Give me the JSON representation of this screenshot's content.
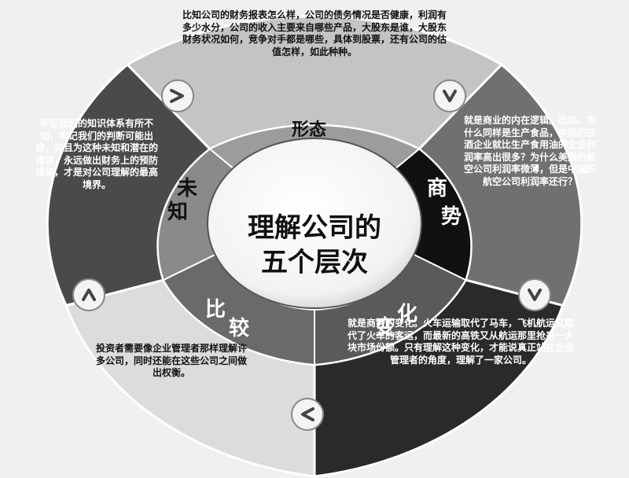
{
  "center": {
    "line1": "理解公司的",
    "line2": "五个层次"
  },
  "segments": {
    "form": {
      "label": "形态",
      "text": "比知公司的财务报表怎么样，公司的债务情况是否健康，利润有多少水分，公司的收入主要来自哪些产品，大股东是谁，大股东财务状况如何，竞争对手都是哪些，具体到股票，还有公司的估值怎样，如此种种。"
    },
    "momentum": {
      "label_1": "商",
      "label_2": "势",
      "text": "就是商业的内在逻辑。比如，为什么同样是生产食品，中国的白酒企业就比生产食用油的企业利润率高出很多？为什么美国的航空公司利润率微薄，但是中国的航空公司利润率还行？"
    },
    "change": {
      "label_1": "变",
      "label_2": "化",
      "text": "就是商势的变化。火车运输取代了马车，飞机航运又取代了火车的客运，而最新的高铁又从航运那里抢来一大块市场份额。只有理解这种变化，才能说真正站在企业管理者的角度，理解了一家公司。"
    },
    "compare": {
      "label_1": "比",
      "label_2": "较",
      "text": "投资者需要像企业管理者那样理解许多公司，同时还能在这些公司之间做出权衡。"
    },
    "unknown": {
      "label_1": "未",
      "label_2": "知",
      "text": "牢记我们的知识体系有所不知，牢记我们的判断可能出错，并且为这种未知和潜在的错误，永远做出财务上的预防措施，才是对公司理解的最高境界。"
    }
  },
  "icons": [
    "chevron-right-icon",
    "chevron-down-icon",
    "chevron-up-icon",
    "chevron-left-icon"
  ],
  "colors": {
    "form": "#c4c4c4",
    "momentum": "#707070",
    "change": "#2a2a2a",
    "compare": "#dcdcdc",
    "unknown": "#4a4a4a",
    "momentum_inner": "#111111"
  }
}
